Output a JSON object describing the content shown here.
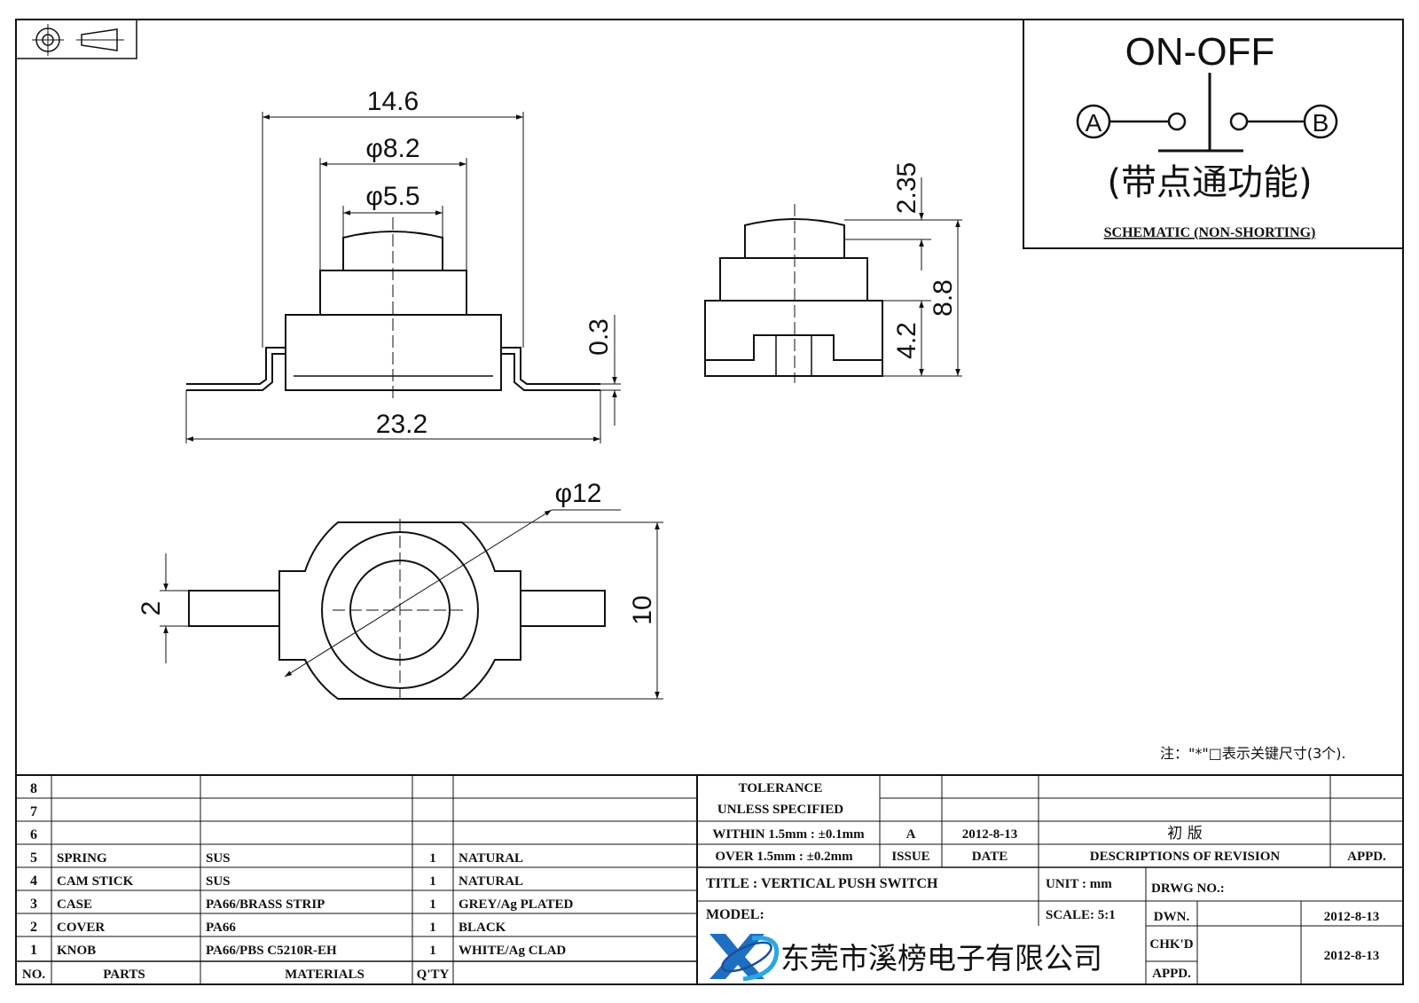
{
  "dims": {
    "top_width": "14.6",
    "phi_8_2": "φ8.2",
    "phi_5_5": "φ5.5",
    "overall_width": "23.2",
    "thickness": "0.3",
    "knob_height": "2.35",
    "total_height": "8.8",
    "body_height": "4.2",
    "phi_12": "φ12",
    "terminal_width": "2",
    "body_depth": "10"
  },
  "schematic": {
    "title": "ON-OFF",
    "terminal_a": "A",
    "terminal_b": "B",
    "function_cn": "(带点通功能)",
    "caption": "SCHEMATIC (NON-SHORTING)"
  },
  "note": "注：\"*\"□表示关键尺寸(3个).",
  "bom": {
    "header": {
      "no": "NO.",
      "parts": "PARTS",
      "materials": "MATERIALS",
      "qty": "Q'TY"
    },
    "rows": [
      {
        "no": "8",
        "part": "",
        "material": "",
        "qty": "",
        "finish": ""
      },
      {
        "no": "7",
        "part": "",
        "material": "",
        "qty": "",
        "finish": ""
      },
      {
        "no": "6",
        "part": "",
        "material": "",
        "qty": "",
        "finish": ""
      },
      {
        "no": "5",
        "part": "SPRING",
        "material": "SUS",
        "qty": "1",
        "finish": "NATURAL"
      },
      {
        "no": "4",
        "part": "CAM STICK",
        "material": "SUS",
        "qty": "1",
        "finish": "NATURAL"
      },
      {
        "no": "3",
        "part": "CASE",
        "material": "PA66/BRASS STRIP",
        "qty": "1",
        "finish": "GREY/Ag PLATED"
      },
      {
        "no": "2",
        "part": "COVER",
        "material": "PA66",
        "qty": "1",
        "finish": "BLACK"
      },
      {
        "no": "1",
        "part": "KNOB",
        "material": "PA66/PBS C5210R-EH",
        "qty": "1",
        "finish": "WHITE/Ag CLAD"
      }
    ]
  },
  "tolerance": {
    "line1": "TOLERANCE",
    "line2": "UNLESS SPECIFIED",
    "line3": "WITHIN 1.5mm : ±0.1mm",
    "line4": "OVER 1.5mm : ±0.2mm"
  },
  "revision": {
    "issue": "A",
    "date": "2012-8-13",
    "description": "初 版",
    "issue_label": "ISSUE",
    "date_label": "DATE",
    "desc_label": "DESCRIPTIONS OF REVISION",
    "appd_label": "APPD."
  },
  "title_block": {
    "title": "TITLE :  VERTICAL PUSH SWITCH",
    "unit": "UNIT :  mm",
    "drwg_no": "DRWG NO.:",
    "model": "MODEL:",
    "scale": "SCALE:  5:1",
    "dwn_label": "DWN.",
    "dwn_date": "2012-8-13",
    "chkd_label": "CHK'D",
    "chkd_date": "2012-8-13",
    "appd_label": "APPD.",
    "company": "东莞市溪榜电子有限公司"
  }
}
